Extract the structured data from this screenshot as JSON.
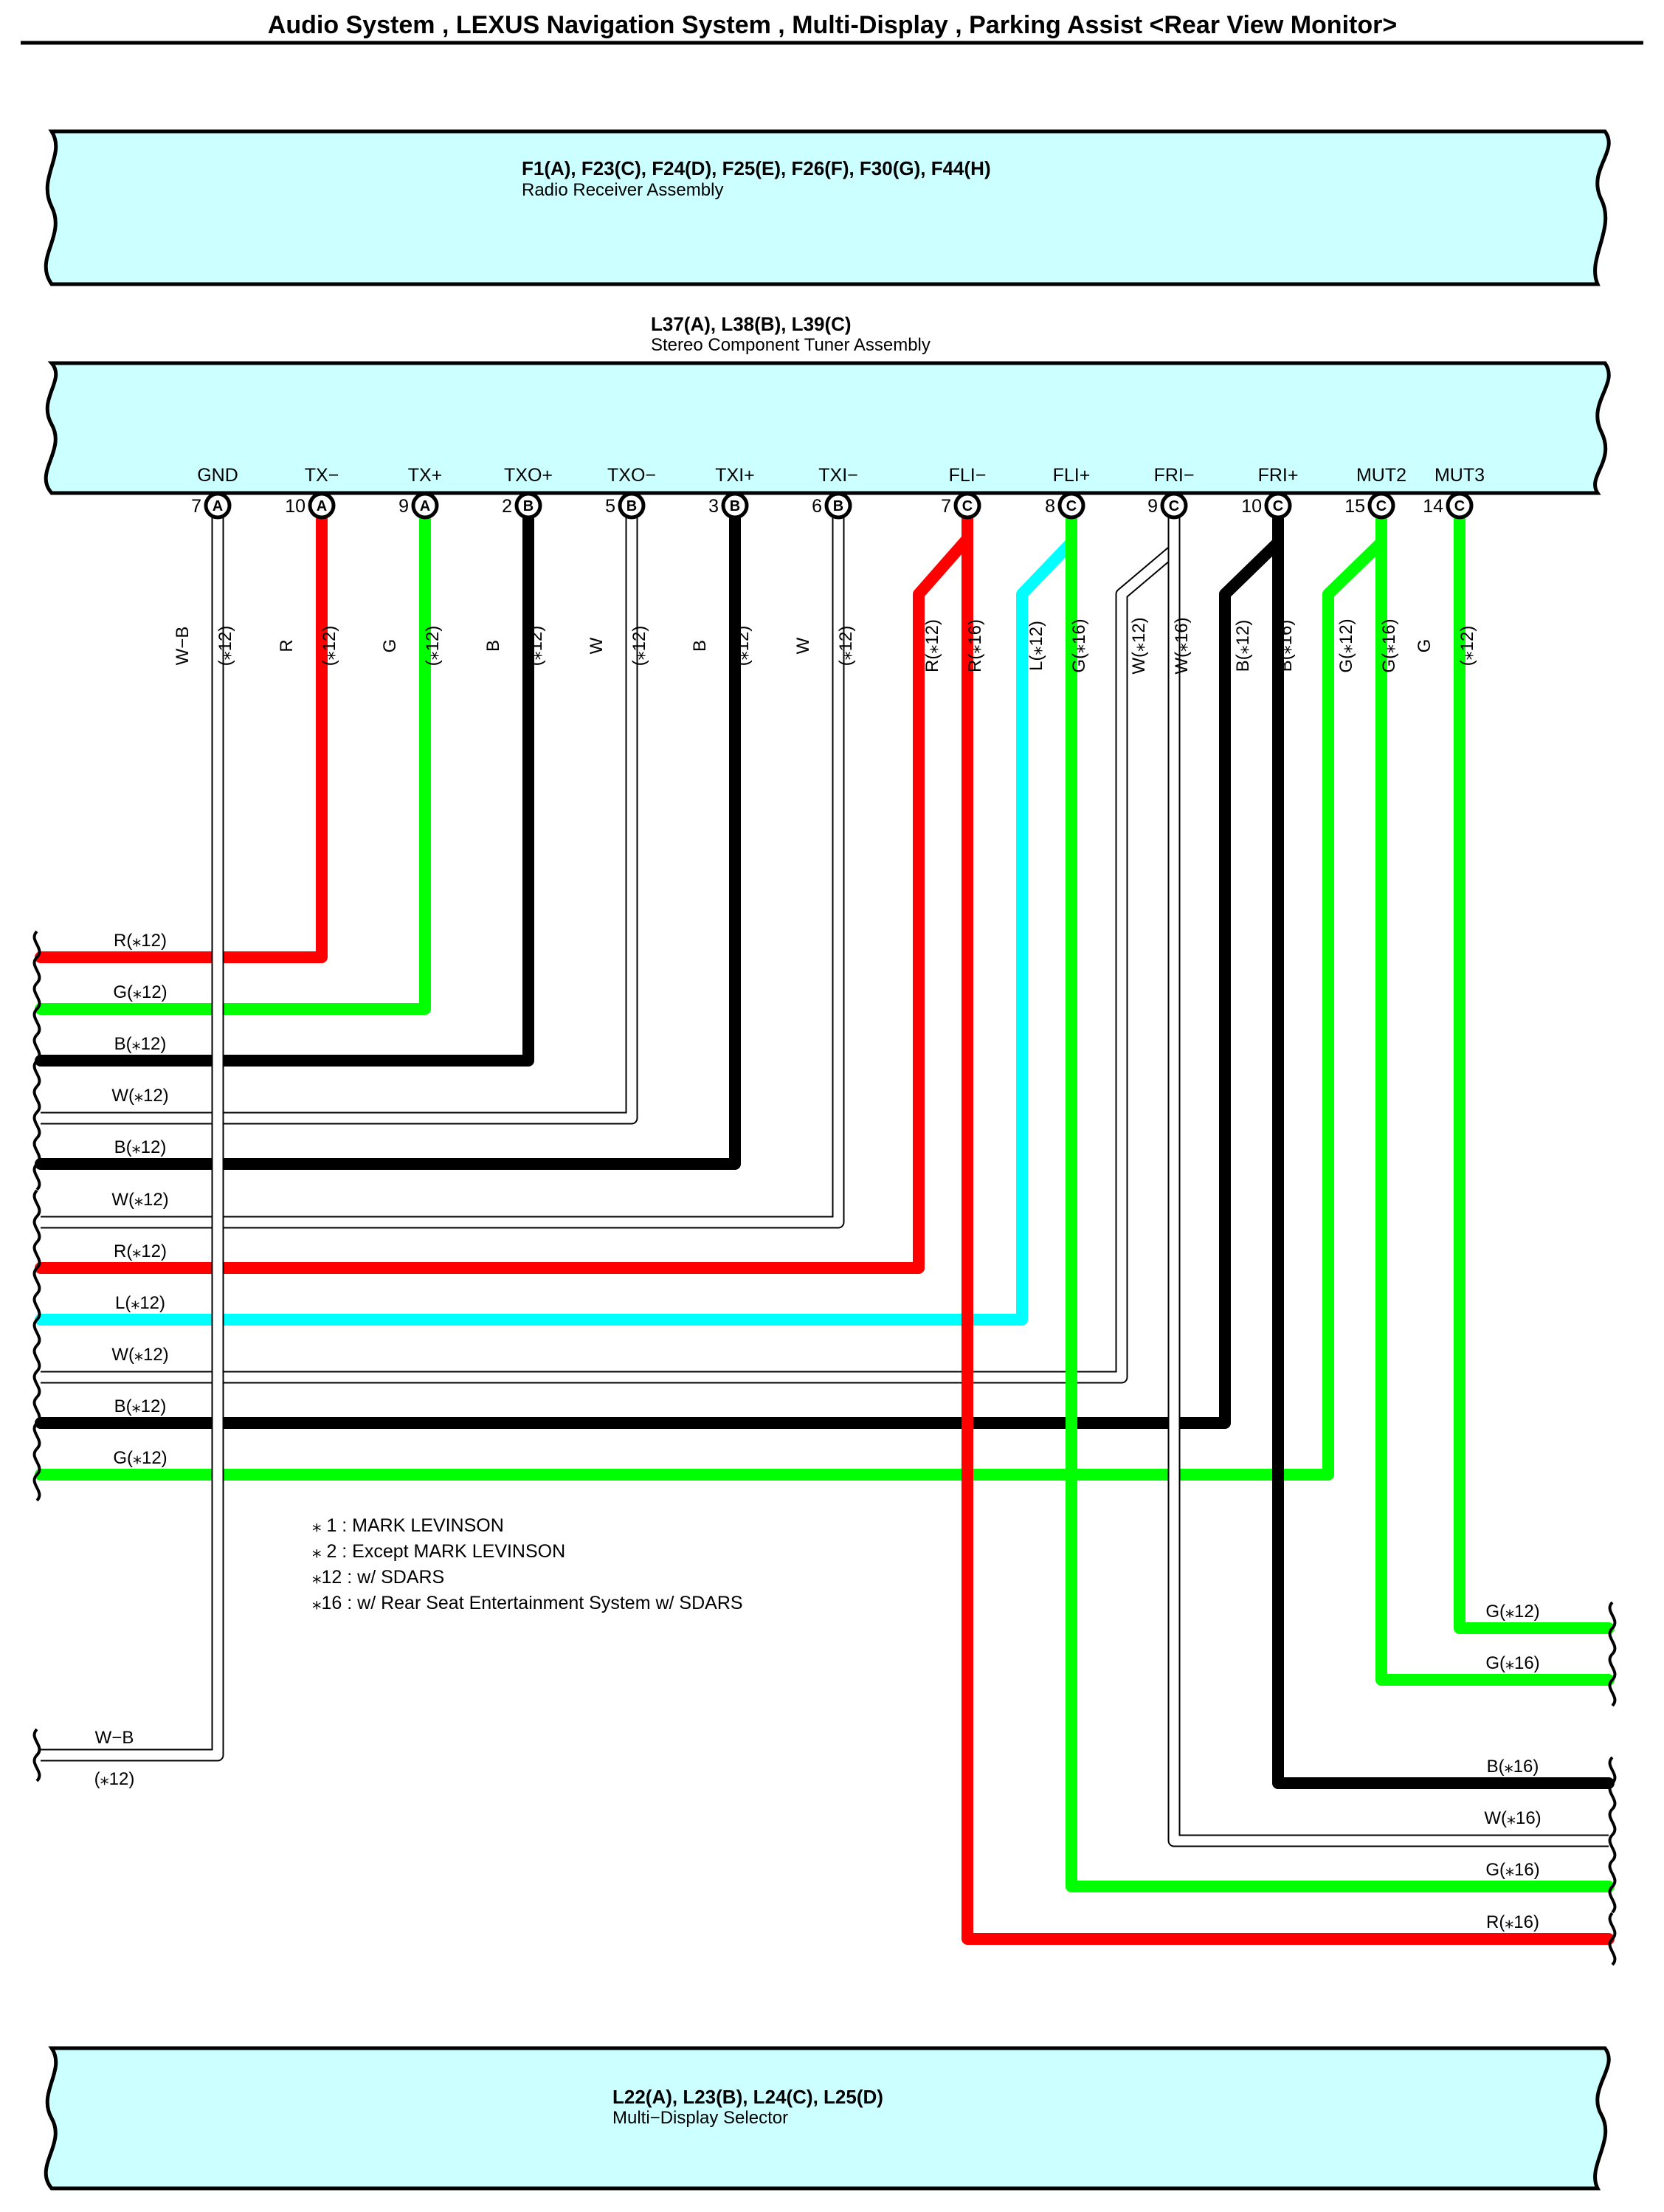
{
  "title": "Audio System , LEXUS Navigation System , Multi-Display , Parking Assist <Rear View Monitor>",
  "colors": {
    "component_fill": "#ccffff",
    "R": "#ff0000",
    "G": "#00ff00",
    "B": "#000000",
    "W": "#ffffff",
    "L": "#00ffff",
    "W-B": "#ffffff"
  },
  "components": {
    "radio_receiver": {
      "connectors": "F1(A), F23(C), F24(D), F25(E), F26(F), F30(G), F44(H)",
      "name": "Radio Receiver Assembly"
    },
    "stereo_tuner": {
      "connectors": "L37(A), L38(B), L39(C)",
      "name": "Stereo Component Tuner Assembly"
    },
    "multi_display": {
      "connectors": "L22(A), L23(B), L24(C), L25(D)",
      "name": "Multi−Display Selector"
    }
  },
  "pins": [
    {
      "signal": "GND",
      "num": "7",
      "conn": "A"
    },
    {
      "signal": "TX−",
      "num": "10",
      "conn": "A"
    },
    {
      "signal": "TX+",
      "num": "9",
      "conn": "A"
    },
    {
      "signal": "TXO+",
      "num": "2",
      "conn": "B"
    },
    {
      "signal": "TXO−",
      "num": "5",
      "conn": "B"
    },
    {
      "signal": "TXI+",
      "num": "3",
      "conn": "B"
    },
    {
      "signal": "TXI−",
      "num": "6",
      "conn": "B"
    },
    {
      "signal": "FLI−",
      "num": "7",
      "conn": "C"
    },
    {
      "signal": "FLI+",
      "num": "8",
      "conn": "C"
    },
    {
      "signal": "FRI−",
      "num": "9",
      "conn": "C"
    },
    {
      "signal": "FRI+",
      "num": "10",
      "conn": "C"
    },
    {
      "signal": "MUT2",
      "num": "15",
      "conn": "C"
    },
    {
      "signal": "MUT3",
      "num": "14",
      "conn": "C"
    }
  ],
  "vertical_labels": [
    [
      "W−B",
      "(⁎12)"
    ],
    [
      "R",
      "(⁎12)"
    ],
    [
      "G",
      "(⁎12)"
    ],
    [
      "B",
      "(⁎12)"
    ],
    [
      "W",
      "(⁎12)"
    ],
    [
      "B",
      "(⁎12)"
    ],
    [
      "W",
      "(⁎12)"
    ],
    [
      "R(⁎12)",
      "R(⁎16)"
    ],
    [
      "L(⁎12)",
      "G(⁎16)"
    ],
    [
      "W(⁎12)",
      "W(⁎16)"
    ],
    [
      "B(⁎12)",
      "B(⁎16)"
    ],
    [
      "G(⁎12)",
      "G(⁎16)"
    ],
    [
      "G",
      "(⁎12)"
    ]
  ],
  "left_wires": [
    {
      "label": "R(⁎12)",
      "color": "R"
    },
    {
      "label": "G(⁎12)",
      "color": "G"
    },
    {
      "label": "B(⁎12)",
      "color": "B"
    },
    {
      "label": "W(⁎12)",
      "color": "W"
    },
    {
      "label": "B(⁎12)",
      "color": "B"
    },
    {
      "label": "W(⁎12)",
      "color": "W"
    },
    {
      "label": "R(⁎12)",
      "color": "R"
    },
    {
      "label": "L(⁎12)",
      "color": "L"
    },
    {
      "label": "W(⁎12)",
      "color": "W"
    },
    {
      "label": "B(⁎12)",
      "color": "B"
    },
    {
      "label": "G(⁎12)",
      "color": "G"
    }
  ],
  "right_wires": [
    {
      "label": "G(⁎12)",
      "color": "G"
    },
    {
      "label": "G(⁎16)",
      "color": "G"
    },
    {
      "label": "B(⁎16)",
      "color": "B"
    },
    {
      "label": "W(⁎16)",
      "color": "W"
    },
    {
      "label": "G(⁎16)",
      "color": "G"
    },
    {
      "label": "R(⁎16)",
      "color": "R"
    }
  ],
  "gnd_wire": {
    "label": "W−B",
    "sub": "(⁎12)"
  },
  "notes": [
    "⁎ 1 : MARK LEVINSON",
    "⁎ 2 : Except MARK LEVINSON",
    "⁎12 : w/ SDARS",
    "⁎16 : w/ Rear Seat Entertainment System w/ SDARS"
  ]
}
